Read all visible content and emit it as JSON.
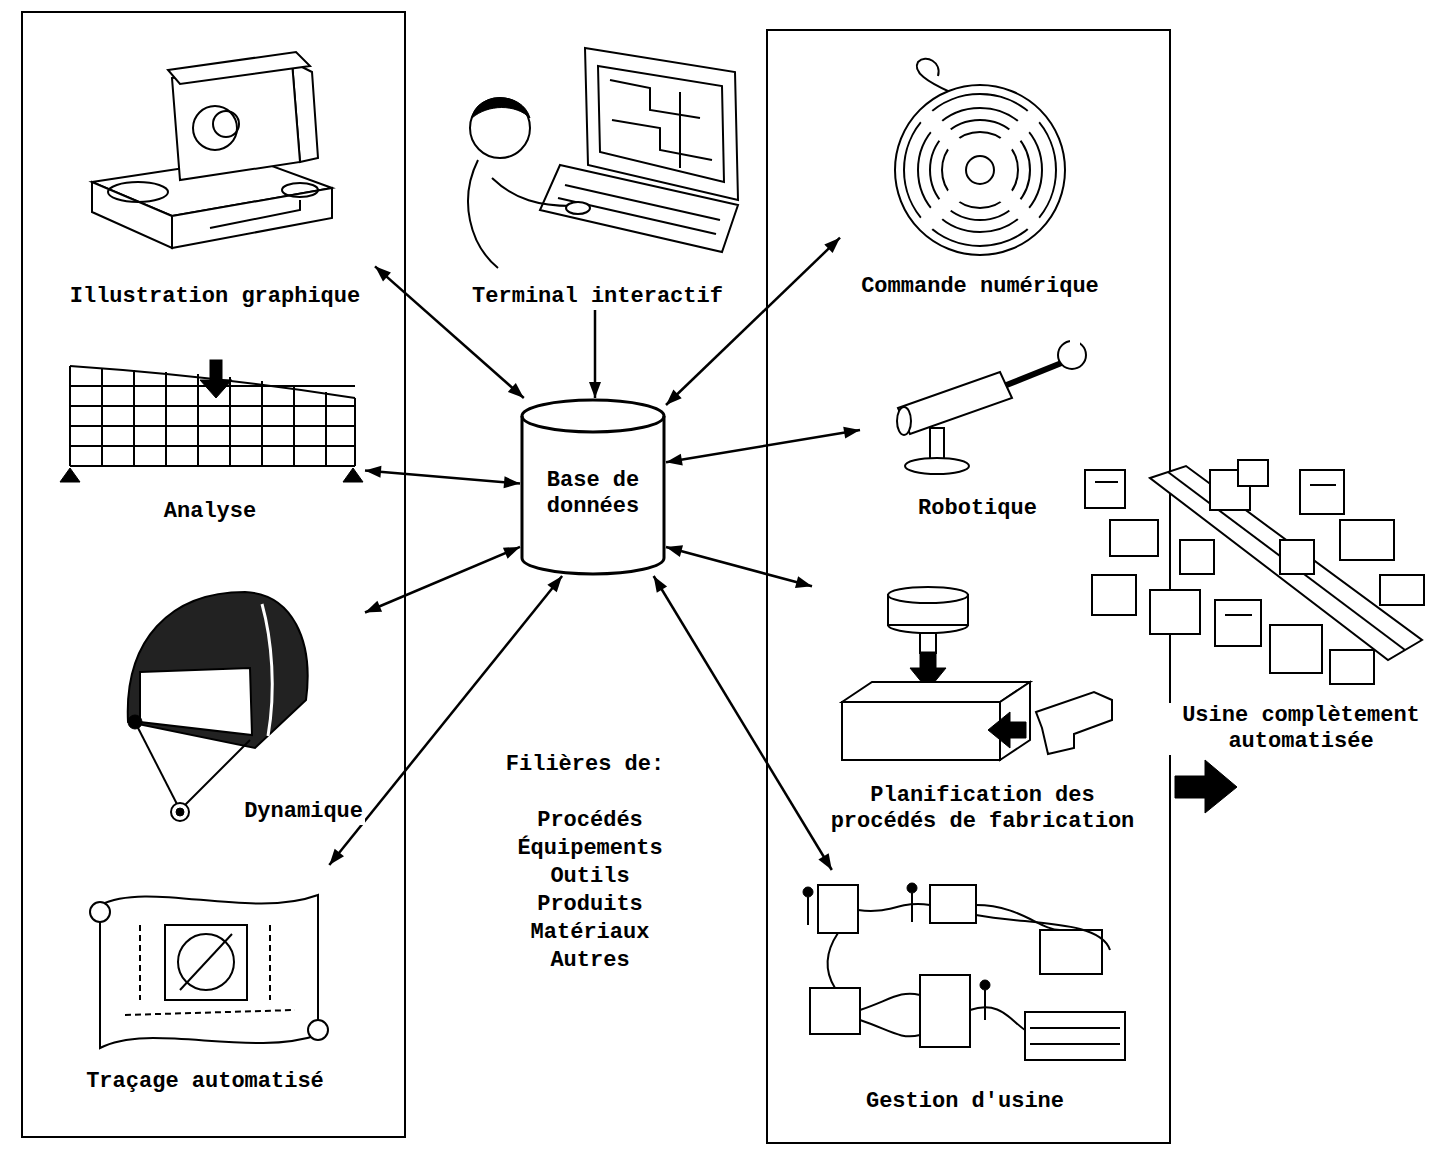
{
  "diagram": {
    "nodes": [
      {
        "text": [
          "Illustration graphique"
        ]
      },
      {
        "text": [
          "Terminal interactif"
        ]
      },
      {
        "text": [
          "Commande numérique"
        ]
      },
      {
        "text": [
          "Analyse"
        ]
      },
      {
        "text": [
          "Base de données"
        ]
      },
      {
        "text": [
          "Robotique"
        ]
      },
      {
        "text": [
          "Usine complètement automatisée"
        ]
      },
      {
        "text": [
          "Dynamique"
        ]
      },
      {
        "text": [
          "Planification des procédés de fabrication"
        ]
      },
      {
        "text": [
          "Traçage automatisé"
        ]
      },
      {
        "text": [
          "Gestion d'usine"
        ]
      }
    ],
    "edges": [
      {
        "from": 1,
        "to": 4,
        "arrow": "to"
      },
      {
        "from": 4,
        "to": 0,
        "arrow": "both"
      },
      {
        "from": 4,
        "to": 2,
        "arrow": "both"
      },
      {
        "from": 4,
        "to": 3,
        "arrow": "both"
      },
      {
        "from": 4,
        "to": 5,
        "arrow": "both"
      },
      {
        "from": 4,
        "to": 7,
        "arrow": "both"
      },
      {
        "from": 4,
        "to": 8,
        "arrow": "both"
      },
      {
        "from": 4,
        "to": 9,
        "arrow": "both"
      },
      {
        "from": 4,
        "to": 10,
        "arrow": "both"
      }
    ],
    "labels": [
      "Filières de:",
      "Procédés",
      "Équipements",
      "Outils",
      "Produits",
      "Matériaux",
      "Autres"
    ]
  }
}
